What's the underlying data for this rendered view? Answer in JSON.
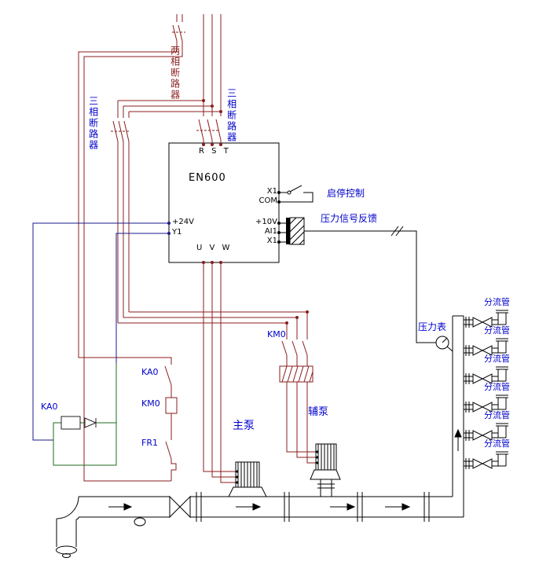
{
  "diagram": {
    "device_label": "EN600",
    "terminals": {
      "top_rst": "R S T",
      "bottom_uvw": "U V W",
      "left_24v": "+24V",
      "left_y1": "Y1",
      "right_x1": "X1",
      "right_com": "COM",
      "right_10v": "+10V",
      "right_ai1": "AI1",
      "right_x1b": "X1"
    },
    "labels": {
      "breaker_two_phase": "两相断路器",
      "breaker_three_phase_left": "三相断路器",
      "breaker_three_phase_right": "三相断路器",
      "start_stop_control": "启停控制",
      "pressure_feedback": "压力信号反馈",
      "km0_main_contact": "KM0",
      "ka0_contact": "KA0",
      "km0_coil": "KM0",
      "fr1_relay": "FR1",
      "ka0_coil": "KA0",
      "main_pump": "主泵",
      "aux_pump": "辅泵",
      "pressure_gauge": "压力表"
    },
    "branch_pipes": [
      {
        "label": "分流管"
      },
      {
        "label": "分流管"
      },
      {
        "label": "分流管"
      },
      {
        "label": "分流管"
      },
      {
        "label": "分流管"
      },
      {
        "label": "分流管"
      }
    ],
    "colors": {
      "power_wire": "#8b1c1c",
      "control_wire": "#1a1a8f",
      "relay_loop_wire": "#1e6b1e",
      "label_blue": "#0000cc",
      "label_dark_red": "#8b1c1c",
      "component_black": "#000000",
      "background": "#ffffff"
    }
  }
}
